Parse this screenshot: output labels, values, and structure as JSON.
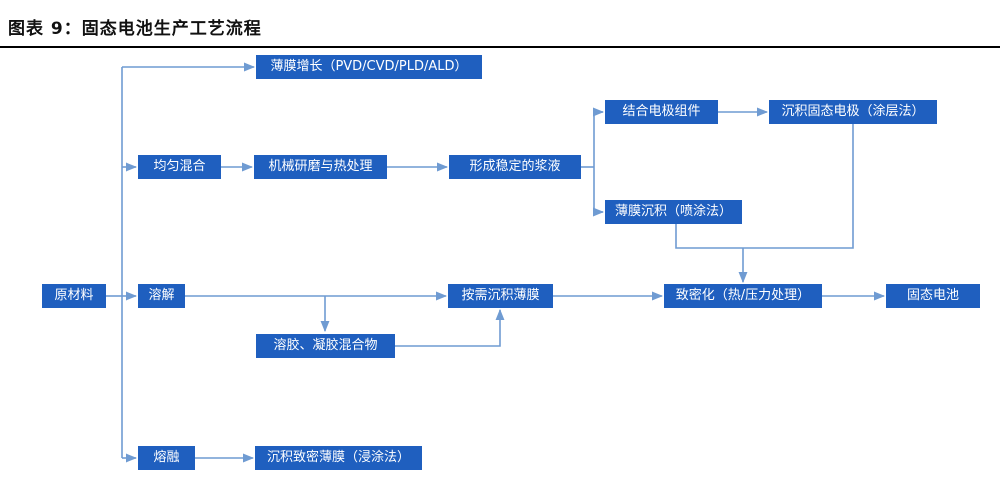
{
  "figure": {
    "title": "图表 9：固态电池生产工艺流程"
  },
  "nodes": {
    "raw_materials": "原材料",
    "thin_film_growth": "薄膜增长（PVD/CVD/PLD/ALD）",
    "uniform_mixing": "均匀混合",
    "milling_heat": "机械研磨与热处理",
    "stable_slurry": "形成稳定的浆液",
    "combine_electrode": "结合电极组件",
    "deposit_electrode": "沉积固态电极（涂层法）",
    "thin_film_deposition": "薄膜沉积（喷涂法）",
    "dissolve": "溶解",
    "on_demand_deposition": "按需沉积薄膜",
    "densification": "致密化（热/压力处理）",
    "solid_battery": "固态电池",
    "sol_gel_mix": "溶胶、凝胶混合物",
    "melt": "熔融",
    "dense_film_dip": "沉积致密薄膜（浸涂法）"
  },
  "colors": {
    "node_fill": "#1f5fbf",
    "node_text": "#ffffff",
    "arrow": "#6f9bd2"
  }
}
